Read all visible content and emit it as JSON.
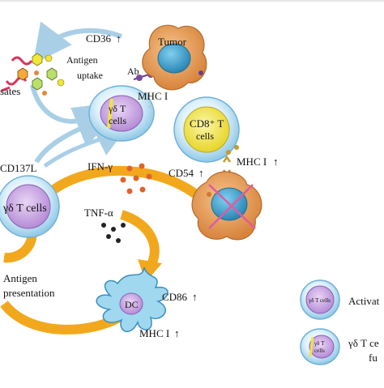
{
  "labels": {
    "cd36": "CD36",
    "cd36_arrow": "↑",
    "tumor": "Tumor",
    "antigen_uptake_line1": "Antigen",
    "antigen_uptake_line2": "uptake",
    "ab": "Ab",
    "mhc_i_top": "MHC I",
    "lysates": "sates",
    "gd_t_cells_top_line1": "γδ T",
    "gd_t_cells_top_line2": "cells",
    "cd8_line1": "CD8⁺ T",
    "cd8_line2": "cells",
    "cd137l": "CD137L",
    "ifn_gamma": "IFN-γ",
    "cd54": "CD54",
    "cd54_arrow": "↑",
    "mhc_i_right": "MHC I",
    "mhc_i_right_arrow": "↑",
    "gd_t_cells_left": "γδ T cells",
    "tnf_alpha": "TNF-α",
    "antigen_presentation_line1": "Antigen",
    "antigen_presentation_line2": "presentation",
    "dc": "DC",
    "cd86": "CD86",
    "cd86_arrow": "↑",
    "mhc_i_bottom": "MHC I",
    "mhc_i_bottom_arrow": "↑"
  },
  "legend": {
    "activated_cell_label": "γδ T cells",
    "activated_text": "Activat",
    "func_cell_line1": "γδ T",
    "func_cell_line2": "cells",
    "func_text_line1": "γδ T ce",
    "func_text_line2": "fu"
  },
  "colors": {
    "arrow_orange": "#f2a81d",
    "arrow_blue": "#a9cfe6",
    "gd_cell_fill": "#c8a6e0",
    "cd8_fill": "#f0e63c",
    "tumor_fill": "#e8a15a",
    "tumor_nucleus": "#3b9fc9",
    "dc_fill": "#9fd8ef",
    "cytokine_ifn": "#e0622b",
    "cytokine_tnf": "#222222"
  }
}
